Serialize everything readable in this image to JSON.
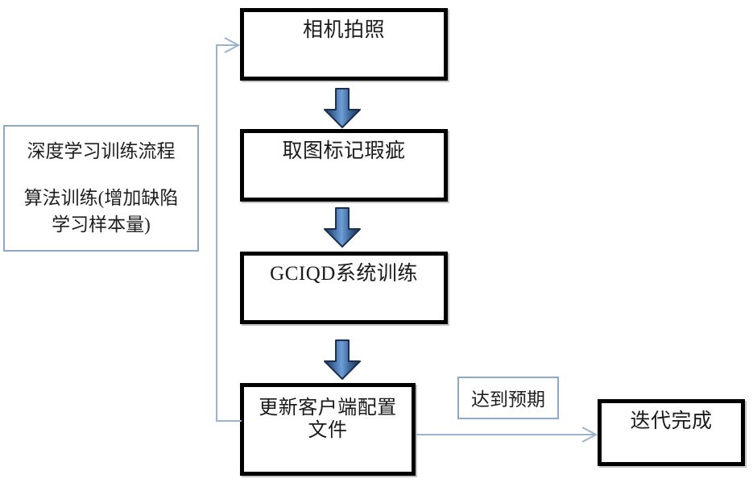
{
  "diagram": {
    "title_note": {
      "line1": "深度学习训练流程",
      "line2": "算法训练(增加缺陷\n学习样本量)"
    },
    "nodes": [
      {
        "id": "camera",
        "label": "相机拍照"
      },
      {
        "id": "mark-defect",
        "label": "取图标记瑕疵"
      },
      {
        "id": "gciqd-train",
        "label": "GCIQD系统训练"
      },
      {
        "id": "update-config",
        "label": "更新客户端配置\n文件"
      },
      {
        "id": "iteration-done",
        "label": "迭代完成"
      }
    ],
    "labels": [
      {
        "id": "meets-expectation",
        "label": "达到预期"
      }
    ],
    "colors": {
      "box_border": "#000000",
      "note_border": "#8ea9c8",
      "connector": "#9db3cd",
      "arrow_fill_light": "#5b8dc8",
      "arrow_fill_dark": "#1f3864",
      "text": "#1a1a1a",
      "background": "#ffffff"
    }
  }
}
